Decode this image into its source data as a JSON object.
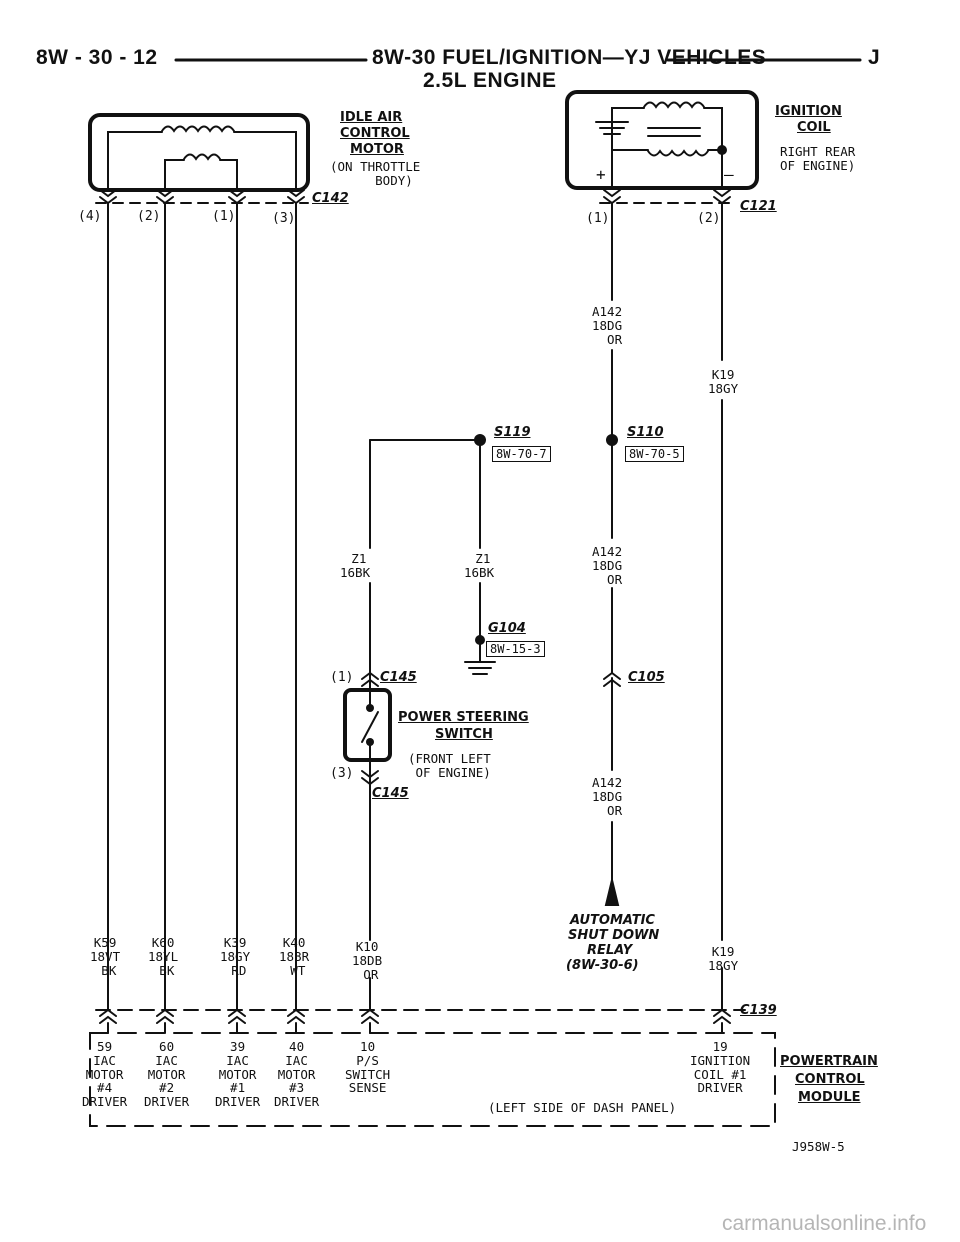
{
  "header": {
    "left": "8W - 30 - 12",
    "center": "8W-30 FUEL/IGNITION—YJ VEHICLES",
    "right": "J",
    "subtitle": "2.5L ENGINE"
  },
  "components": {
    "idle_air_control_motor": {
      "lines": [
        "IDLE AIR",
        "CONTROL",
        "MOTOR"
      ],
      "note": "(ON THROTTLE\n      BODY)"
    },
    "ignition_coil": {
      "lines": [
        "IGNITION",
        "COIL"
      ],
      "note": "RIGHT REAR\nOF ENGINE)"
    },
    "power_steering_switch": {
      "lines": [
        "POWER STEERING",
        "SWITCH"
      ],
      "note": "(FRONT LEFT\n OF ENGINE)"
    },
    "automatic_shut_down_relay": {
      "lines": [
        "AUTOMATIC",
        "SHUT DOWN",
        "RELAY",
        "(8W-30-6)"
      ]
    },
    "powertrain_control_module": {
      "lines": [
        "POWERTRAIN",
        "CONTROL",
        "MODULE"
      ],
      "note": "(LEFT SIDE OF DASH PANEL)"
    }
  },
  "connectors": {
    "c142": "C142",
    "c121": "C121",
    "c145_top": "C145",
    "c145_bottom": "C145",
    "c105": "C105",
    "c139": "C139"
  },
  "pins": {
    "iac_4": "(4)",
    "iac_2": "(2)",
    "iac_1": "(1)",
    "iac_3": "(3)",
    "coil_1": "(1)",
    "coil_2": "(2)",
    "ps_1": "(1)",
    "ps_3": "(3)"
  },
  "splices": {
    "s119": {
      "name": "S119",
      "ref": "8W-70-7"
    },
    "s110": {
      "name": "S110",
      "ref": "8W-70-5"
    },
    "g104": {
      "name": "G104",
      "ref": "8W-15-3"
    }
  },
  "wires": {
    "a142_upper": "A142\n18DG\n  OR",
    "k19_upper": "K19\n18GY",
    "z1_left": " Z1\n16BK",
    "z1_right": " Z1\n16BK",
    "a142_mid": "A142\n18DG\n  OR",
    "a142_lower": "A142\n18DG\n  OR",
    "k59": "K59\n18VT\n BK",
    "k60": "K60\n18YL\n BK",
    "k39": "K39\n18GY\n RD",
    "k40": "K40\n18BR\n WT",
    "k10": "K10\n18DB\n OR",
    "k19_lower": "K19\n18GY"
  },
  "pcm_cavities": [
    {
      "label": "59\nIAC\nMOTOR\n#4\nDRIVER"
    },
    {
      "label": "60\nIAC\nMOTOR\n#2\nDRIVER"
    },
    {
      "label": "39\nIAC\nMOTOR\n#1\nDRIVER"
    },
    {
      "label": "40\nIAC\nMOTOR\n#3\nDRIVER"
    },
    {
      "label": "10\nP/S\nSWITCH\nSENSE"
    },
    {
      "label": "19\nIGNITION\nCOIL #1\nDRIVER"
    }
  ],
  "coil_polarity": {
    "plus": "+",
    "minus": "—"
  },
  "figure_id": "J958W-5",
  "watermark": "carmanualsonline.info"
}
